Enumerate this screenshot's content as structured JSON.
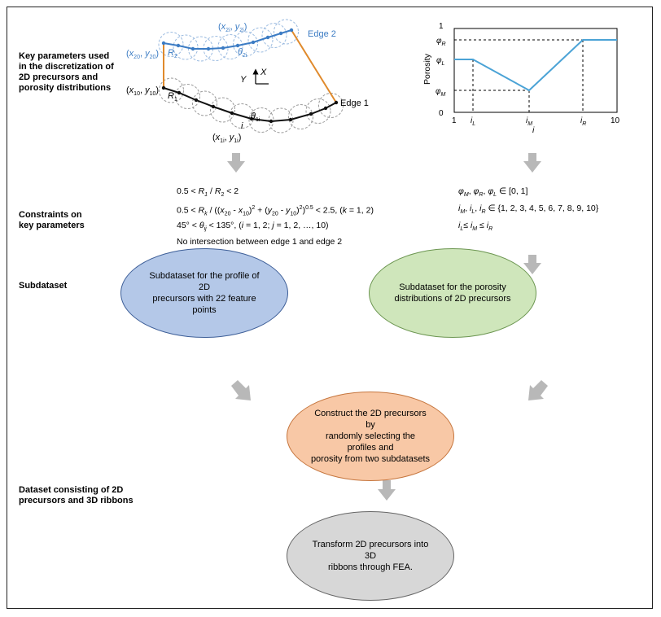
{
  "side_labels": {
    "key_params": [
      "Key parameters used",
      "in the discretization of",
      "2D precursors and",
      "porosity distributions"
    ],
    "constraints": [
      "Constraints on",
      "key parameters"
    ],
    "subdataset": [
      "Subdataset"
    ],
    "dataset": [
      "Dataset consisting of 2D",
      "precursors and 3D ribbons"
    ]
  },
  "geometry_labels": {
    "edge2": "Edge 2",
    "edge1": "Edge 1",
    "x2i": "x",
    "x2i_sub": "2i",
    "y2i": "y",
    "y2i_sub": "2i",
    "x20": "x",
    "x20_sub": "20",
    "y20": "y",
    "y20_sub": "20",
    "x10": "x",
    "x10_sub": "10",
    "y10": "y",
    "y10_sub": "10",
    "x1i": "x",
    "x1i_sub": "1i",
    "y1i": "y",
    "y1i_sub": "1i",
    "R2": "R",
    "R2_sub": "2",
    "R1": "R",
    "R1_sub": "1",
    "theta2i": "θ",
    "theta2i_sub": "2i",
    "theta1i": "θ",
    "theta1i_sub": "1i",
    "i_mark": "i",
    "axis_x": "X",
    "axis_y": "Y"
  },
  "porosity_plot": {
    "ylabel": "Porosity",
    "y_ticks": {
      "one": "1",
      "zero": "0",
      "phi_R": "φ",
      "phi_R_sub": "R",
      "phi_L": "φ",
      "phi_L_sub": "L",
      "phi_M": "φ",
      "phi_M_sub": "M"
    },
    "x_ticks": {
      "one": "1",
      "ten": "10",
      "i_L": "i",
      "i_L_sub": "L",
      "i_M": "i",
      "i_M_sub": "M",
      "i_R": "i",
      "i_R_sub": "R"
    },
    "xlabel": "i",
    "line_color": "#4ba3d6"
  },
  "constraints_left": {
    "l1": {
      "a": "0.5 < ",
      "R": "R",
      "s1": "1",
      "b": " / ",
      "R2": "R",
      "s2": "2",
      "c": " < 2"
    },
    "l2": {
      "a": "0.5 < ",
      "R": "R",
      "sk": "k",
      "b": " / ((",
      "x1": "x",
      "x1s": "20",
      "c": " - ",
      "x2": "x",
      "x2s": "10",
      "d": ")",
      "p1": "2",
      "e": " + (",
      "y1": "y",
      "y1s": "20",
      "f": " - ",
      "y2": "y",
      "y2s": "10",
      "g": ")",
      "p2": "2",
      "h": ")",
      "p3": "0.5",
      "i": " < 2.5, (",
      "k": "k",
      "j": " = 1, 2)"
    },
    "l3": {
      "a": "45° < ",
      "th": "θ",
      "ths": "ij",
      "b": " < 135°, (",
      "i": "i",
      "c": " = 1, 2; ",
      "j": "j",
      "d": " = 1, 2, …, 10)"
    },
    "l4": "No intersection between edge 1 and edge 2"
  },
  "constraints_right": {
    "l1": {
      "p1": "φ",
      "s1": "M",
      "c1": ", ",
      "p2": "φ",
      "s2": "R",
      "c2": ", ",
      "p3": "φ",
      "s3": "L",
      "rest": " ∈ [0, 1]"
    },
    "l2": {
      "i1": "i",
      "s1": "M",
      "c1": ", ",
      "i2": "i",
      "s2": "L",
      "c2": ", ",
      "i3": "i",
      "s3": "R",
      "rest": " ∈ {1, 2, 3, 4, 5, 6, 7, 8, 9, 10}"
    },
    "l3": {
      "i1": "i",
      "s1": "L",
      "op1": "≤ ",
      "i2": "i",
      "s2": "M",
      "op2": " ≤ ",
      "i3": "i",
      "s3": "R"
    }
  },
  "boxes": {
    "profile": [
      "Subdataset for the profile of 2D",
      "precursors with 22 feature points"
    ],
    "porosity": [
      "Subdataset for the porosity",
      "distributions of 2D precursors"
    ],
    "construct": [
      "Construct the 2D precursors by",
      "randomly selecting the profiles and",
      "porosity from two subdatasets"
    ],
    "transform": [
      "Transform 2D precursors into 3D",
      "ribbons through FEA."
    ]
  },
  "colors": {
    "edge2": "#3c7cc4",
    "edge1": "#111111",
    "side_edge": "#e08a2c",
    "arrow": "#b8b8b8",
    "profile_fill": "#b4c8e8",
    "porosity_fill": "#cfe6bb",
    "construct_fill": "#f8c8a6",
    "transform_fill": "#d7d7d7"
  }
}
